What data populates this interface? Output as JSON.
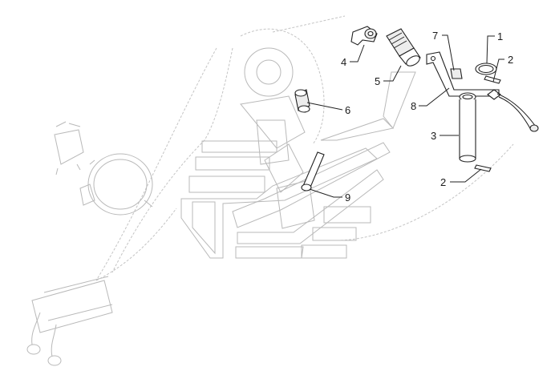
{
  "diagram": {
    "callouts": [
      {
        "key": "c1",
        "number": "1"
      },
      {
        "key": "c2a",
        "number": "2"
      },
      {
        "key": "c2b",
        "number": "2"
      },
      {
        "key": "c3",
        "number": "3"
      },
      {
        "key": "c4",
        "number": "4"
      },
      {
        "key": "c5",
        "number": "5"
      },
      {
        "key": "c6",
        "number": "6"
      },
      {
        "key": "c7",
        "number": "7"
      },
      {
        "key": "c8",
        "number": "8"
      },
      {
        "key": "c9",
        "number": "9"
      }
    ],
    "colors": {
      "ink": "#222222",
      "ghost": "#b9b9b9",
      "background": "#ffffff"
    }
  }
}
